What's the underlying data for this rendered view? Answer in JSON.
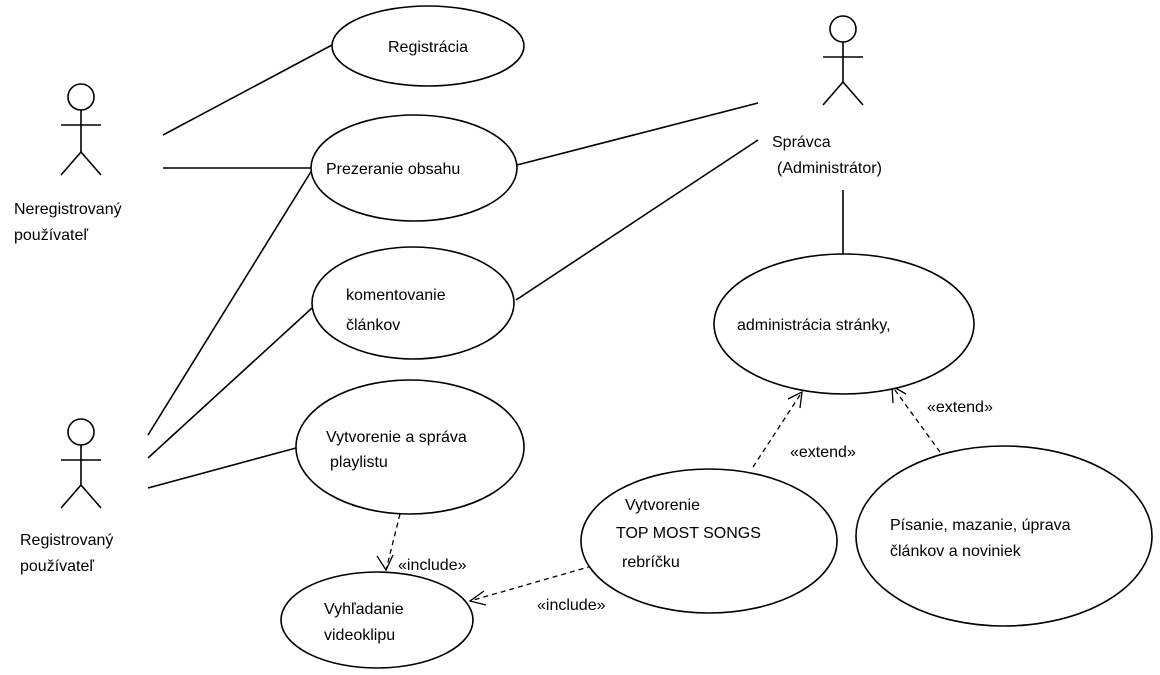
{
  "actors": {
    "unregistered": {
      "lines": [
        "Neregistrovaný",
        "používateľ"
      ]
    },
    "registered": {
      "lines": [
        "Registrovaný",
        "používateľ"
      ]
    },
    "admin": {
      "lines": [
        "Správca",
        "(Administrátor)"
      ]
    }
  },
  "use_cases": {
    "registration": {
      "lines": [
        "Registrácia"
      ]
    },
    "browse": {
      "lines": [
        "Prezeranie obsahu"
      ]
    },
    "comment": {
      "lines": [
        "komentovanie",
        "článkov"
      ]
    },
    "playlist": {
      "lines": [
        "Vytvorenie a správa",
        "playlistu"
      ]
    },
    "search": {
      "lines": [
        "Vyhľadanie",
        "videoklipu"
      ]
    },
    "top": {
      "lines": [
        "Vytvorenie",
        "TOP MOST SONGS",
        "rebríčku"
      ]
    },
    "admin_site": {
      "lines": [
        "administrácia stránky,"
      ]
    },
    "writing": {
      "lines": [
        "Písanie, mazanie, úprava",
        "článkov a noviniek"
      ]
    }
  },
  "stereotypes": {
    "include_playlist": "«include»",
    "include_top": "«include»",
    "extend_top": "«extend»",
    "extend_writing": "«extend»"
  }
}
